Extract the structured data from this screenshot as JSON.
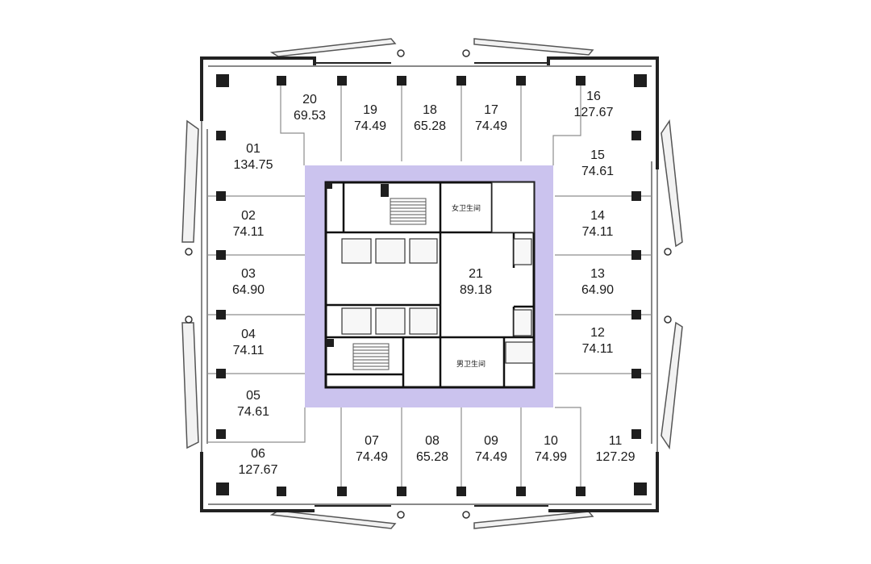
{
  "colors": {
    "core_band": "#cbc3ee",
    "wall": "#222222",
    "column": "#1e1e1e",
    "partition": "#9a9a9a"
  },
  "units": [
    {
      "no": "01",
      "area": "134.75"
    },
    {
      "no": "02",
      "area": "74.11"
    },
    {
      "no": "03",
      "area": "64.90"
    },
    {
      "no": "04",
      "area": "74.11"
    },
    {
      "no": "05",
      "area": "74.61"
    },
    {
      "no": "06",
      "area": "127.67"
    },
    {
      "no": "07",
      "area": "74.49"
    },
    {
      "no": "08",
      "area": "65.28"
    },
    {
      "no": "09",
      "area": "74.49"
    },
    {
      "no": "10",
      "area": "74.99"
    },
    {
      "no": "11",
      "area": "127.29"
    },
    {
      "no": "12",
      "area": "74.11"
    },
    {
      "no": "13",
      "area": "64.90"
    },
    {
      "no": "14",
      "area": "74.11"
    },
    {
      "no": "15",
      "area": "74.61"
    },
    {
      "no": "16",
      "area": "127.67"
    },
    {
      "no": "17",
      "area": "74.49"
    },
    {
      "no": "18",
      "area": "65.28"
    },
    {
      "no": "19",
      "area": "74.49"
    },
    {
      "no": "20",
      "area": "69.53"
    },
    {
      "no": "21",
      "area": "89.18"
    }
  ],
  "core_rooms": {
    "womens_wc": "女卫生间",
    "mens_wc": "男卫生间"
  }
}
